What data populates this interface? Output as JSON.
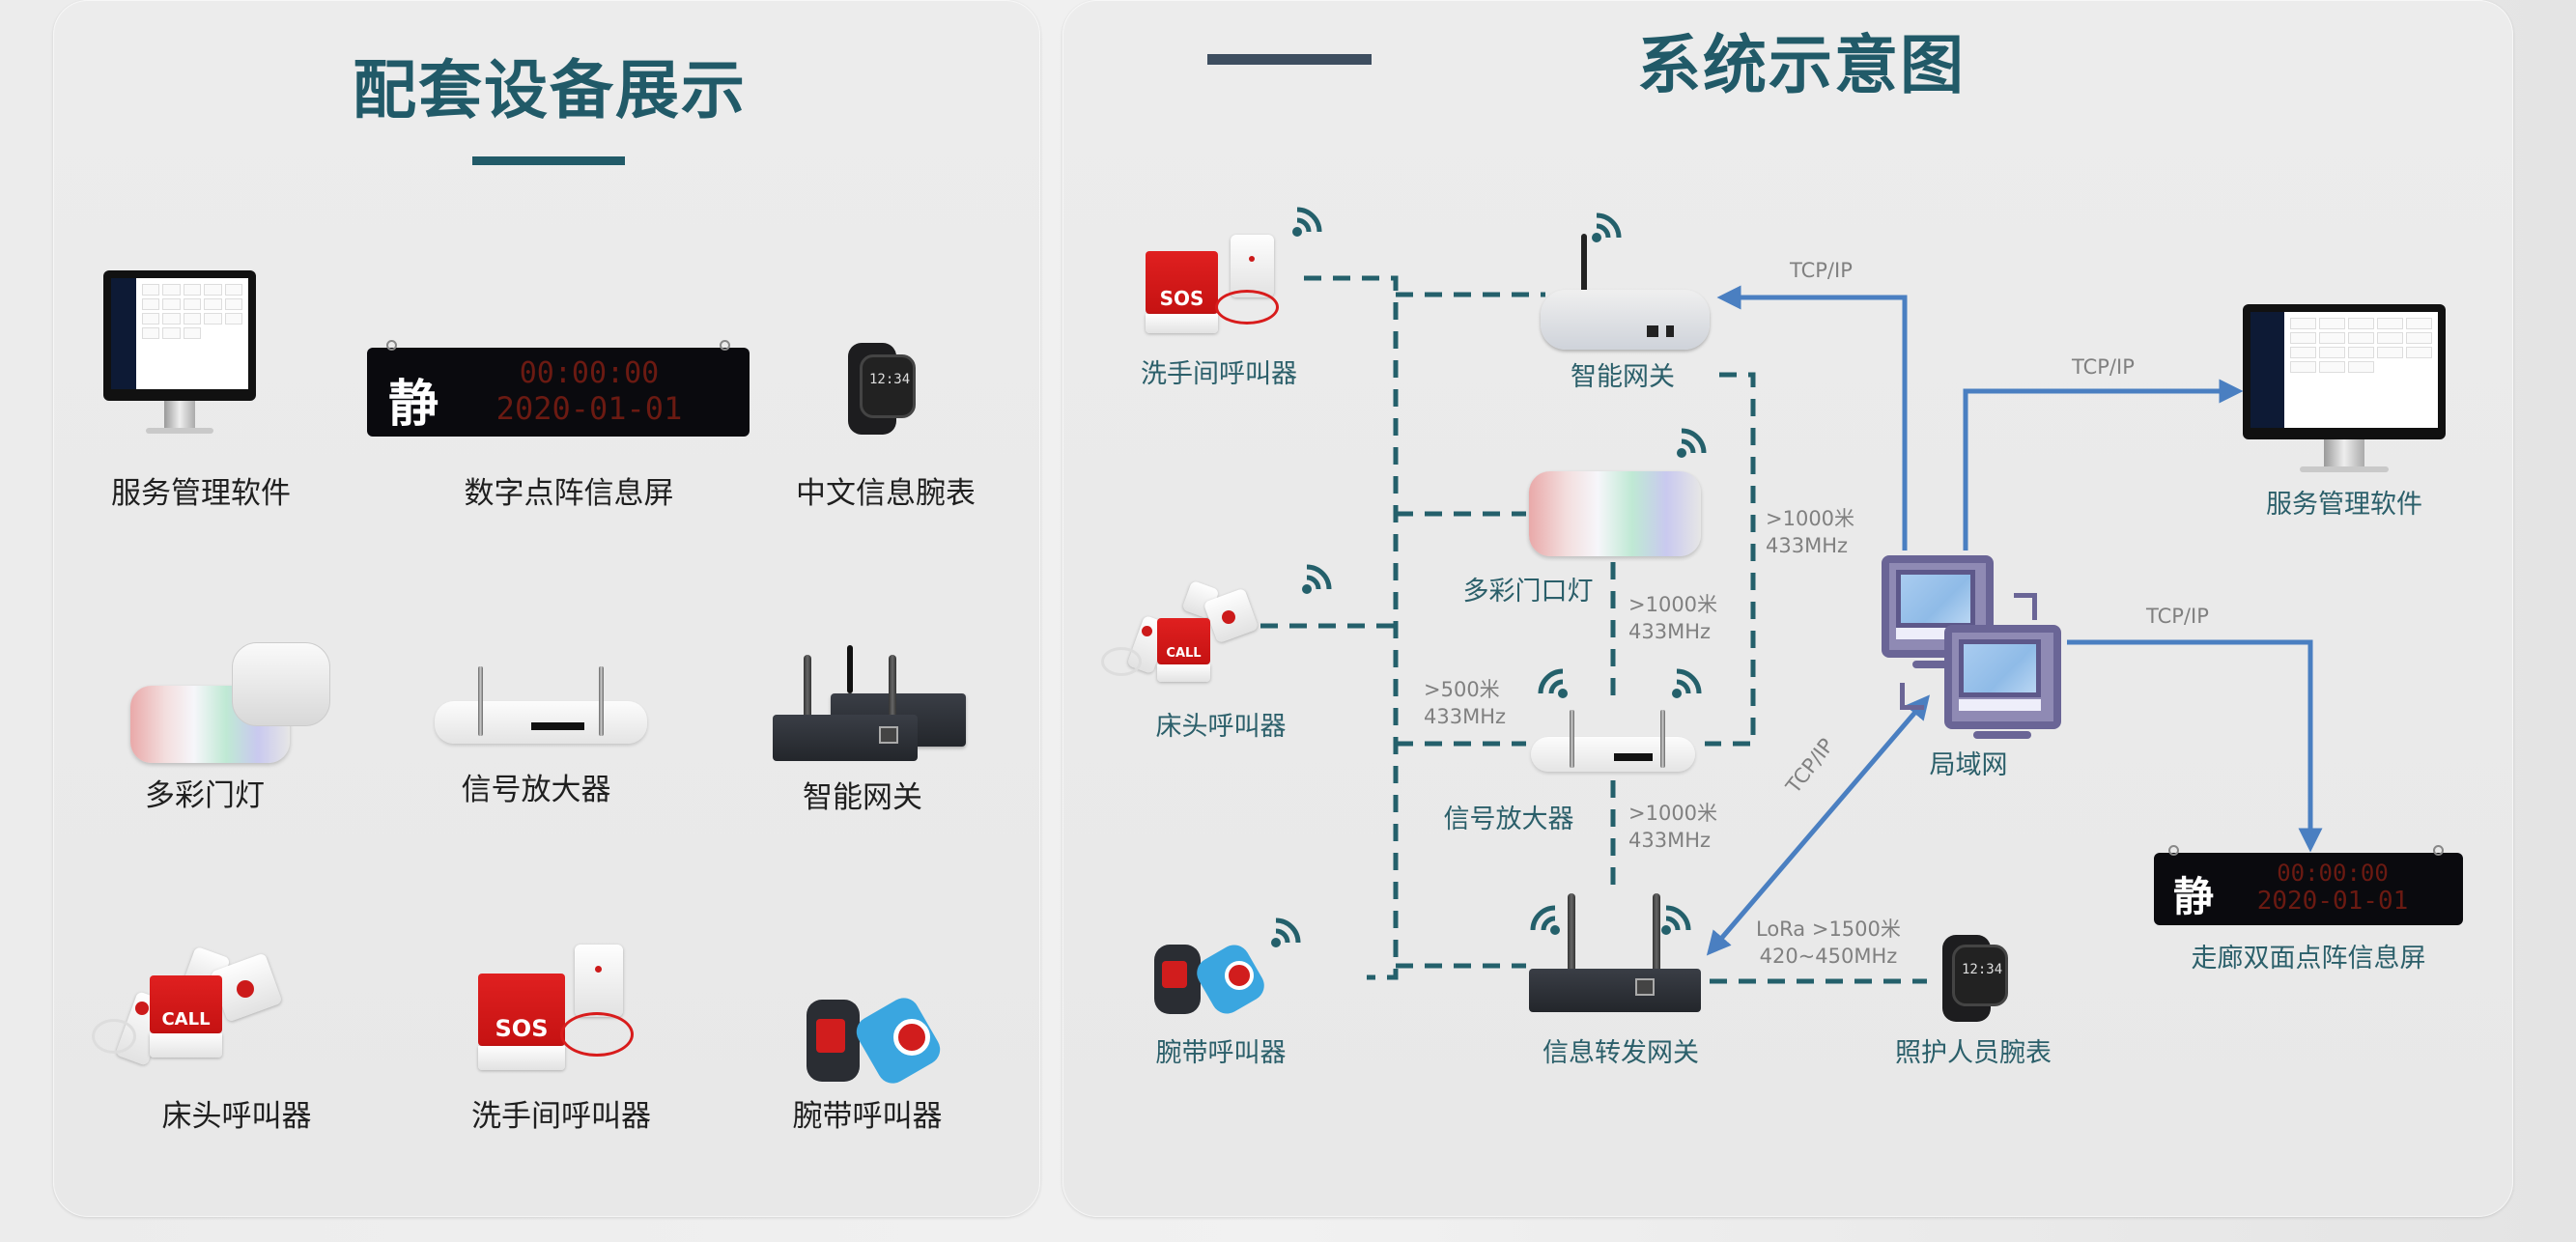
{
  "left_panel": {
    "title": "配套设备展示",
    "devices": [
      {
        "id": "service-software",
        "label": "服务管理软件",
        "icon": "monitor-icon"
      },
      {
        "id": "led-display",
        "label": "数字点阵信息屏",
        "icon": "led-board-icon",
        "screen": {
          "char": "静",
          "time": "00:00:00",
          "date": "2020-01-01"
        }
      },
      {
        "id": "info-watch",
        "label": "中文信息腕表",
        "icon": "watch-icon",
        "screen": {
          "time": "12:34"
        }
      },
      {
        "id": "door-light",
        "label": "多彩门灯",
        "icon": "door-light-icon"
      },
      {
        "id": "signal-amp",
        "label": "信号放大器",
        "icon": "amplifier-icon"
      },
      {
        "id": "smart-gateway",
        "label": "智能网关",
        "icon": "gateway-icon"
      },
      {
        "id": "bedside-caller",
        "label": "床头呼叫器",
        "icon": "call-button-icon",
        "button_text": "CALL"
      },
      {
        "id": "bathroom-caller",
        "label": "洗手间呼叫器",
        "icon": "sos-button-icon",
        "button_text": "SOS"
      },
      {
        "id": "wrist-caller",
        "label": "腕带呼叫器",
        "icon": "wristband-icon"
      }
    ]
  },
  "right_panel": {
    "title": "系统示意图",
    "nodes": {
      "bathroom_caller": {
        "label": "洗手间呼叫器",
        "button_text": "SOS"
      },
      "smart_gateway": {
        "label": "智能网关"
      },
      "door_light": {
        "label": "多彩门口灯"
      },
      "bedside_caller": {
        "label": "床头呼叫器",
        "button_text": "CALL"
      },
      "signal_amp": {
        "label": "信号放大器"
      },
      "wrist_caller": {
        "label": "腕带呼叫器"
      },
      "forward_gateway": {
        "label": "信息转发网关"
      },
      "carer_watch": {
        "label": "照护人员腕表",
        "screen": {
          "time": "12:34"
        }
      },
      "lan": {
        "label": "局域网"
      },
      "software": {
        "label": "服务管理软件"
      },
      "corridor_display": {
        "label": "走廊双面点阵信息屏",
        "screen": {
          "char": "静",
          "time": "00:00:00",
          "date": "2020-01-01"
        }
      }
    },
    "link_labels": {
      "gw_lan": "TCP/IP",
      "lan_software": "TCP/IP",
      "lan_display": "TCP/IP",
      "lan_forward": "TCP/IP",
      "gw_amp": [
        ">1000米",
        "433MHz"
      ],
      "light_amp": [
        ">1000米",
        "433MHz"
      ],
      "bed_amp": [
        ">500米",
        "433MHz"
      ],
      "amp_forward": [
        ">1000米",
        "433MHz"
      ],
      "forward_watch": [
        "LoRa >1500米",
        "420~450MHz"
      ]
    },
    "colors": {
      "tcp_link": "#4a7fc1",
      "rf_link": "#24606b",
      "title": "#215a68"
    }
  }
}
